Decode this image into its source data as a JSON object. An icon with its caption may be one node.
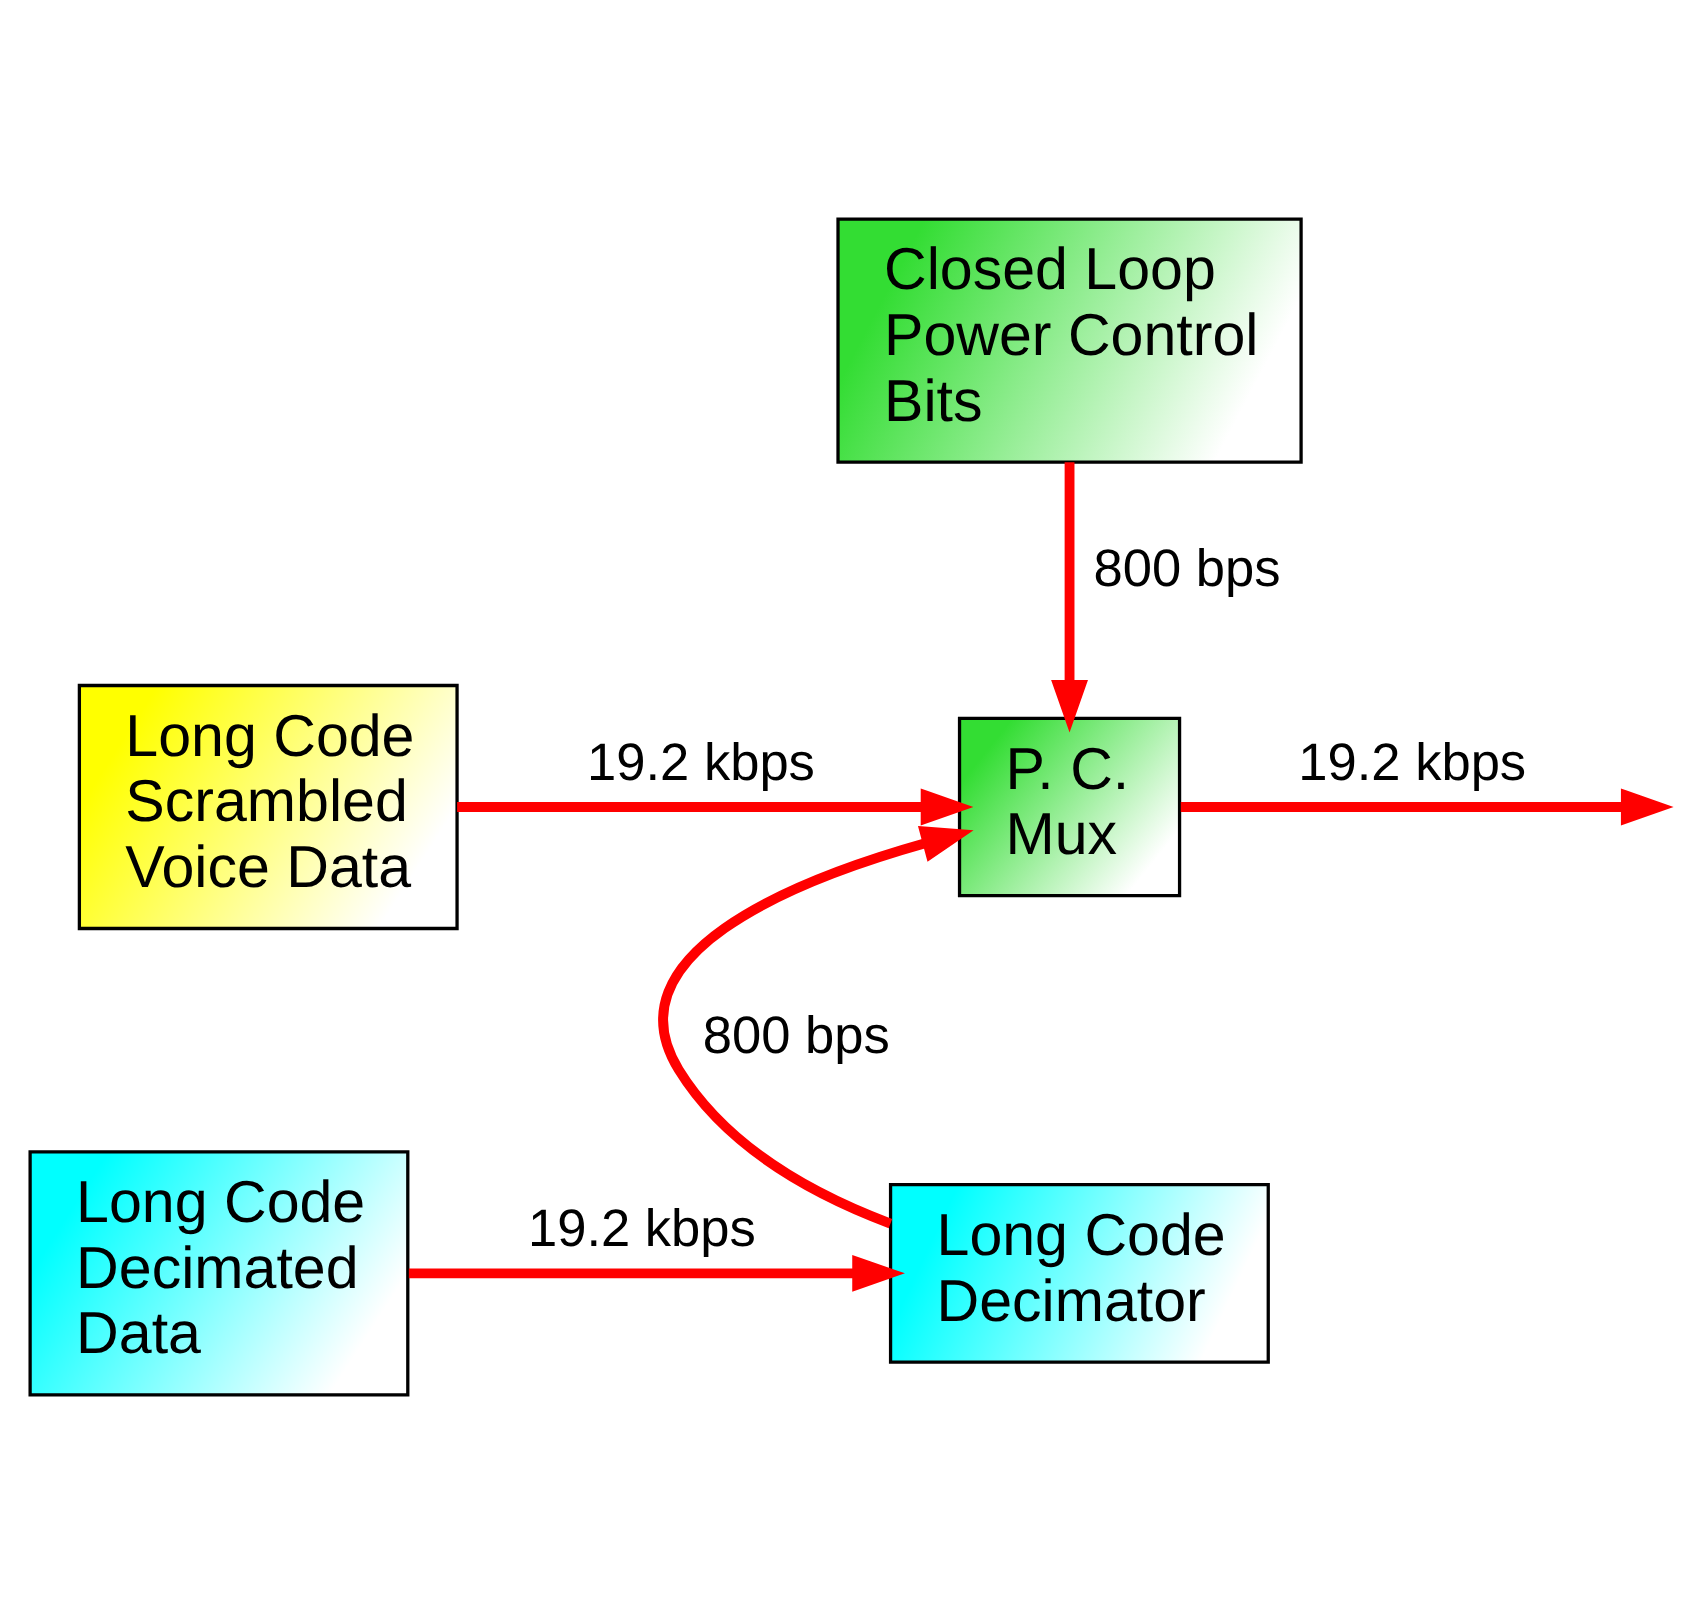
{
  "diagram": {
    "nodes": [
      {
        "text": [
          "Closed Loop Power Control Bits"
        ]
      },
      {
        "text": [
          "Long Code Scrambled Voice Data"
        ]
      },
      {
        "text": [
          "P. C. Mux"
        ]
      },
      {
        "text": [
          "Long Code Decimator"
        ]
      },
      {
        "text": [
          "Long Code Decimated Data"
        ]
      }
    ],
    "edges": [
      {
        "from": 0,
        "to": 2,
        "arrow": "to",
        "label": "800 bps"
      },
      {
        "from": 1,
        "to": 2,
        "arrow": "to",
        "label": "19.2 kbps"
      },
      {
        "from": 2,
        "to": null,
        "arrow": "to",
        "label": "19.2 kbps"
      },
      {
        "from": 3,
        "to": 2,
        "arrow": "to",
        "label": "800 bps"
      },
      {
        "from": 4,
        "to": 3,
        "arrow": "to",
        "label": "19.2 kbps"
      }
    ]
  }
}
